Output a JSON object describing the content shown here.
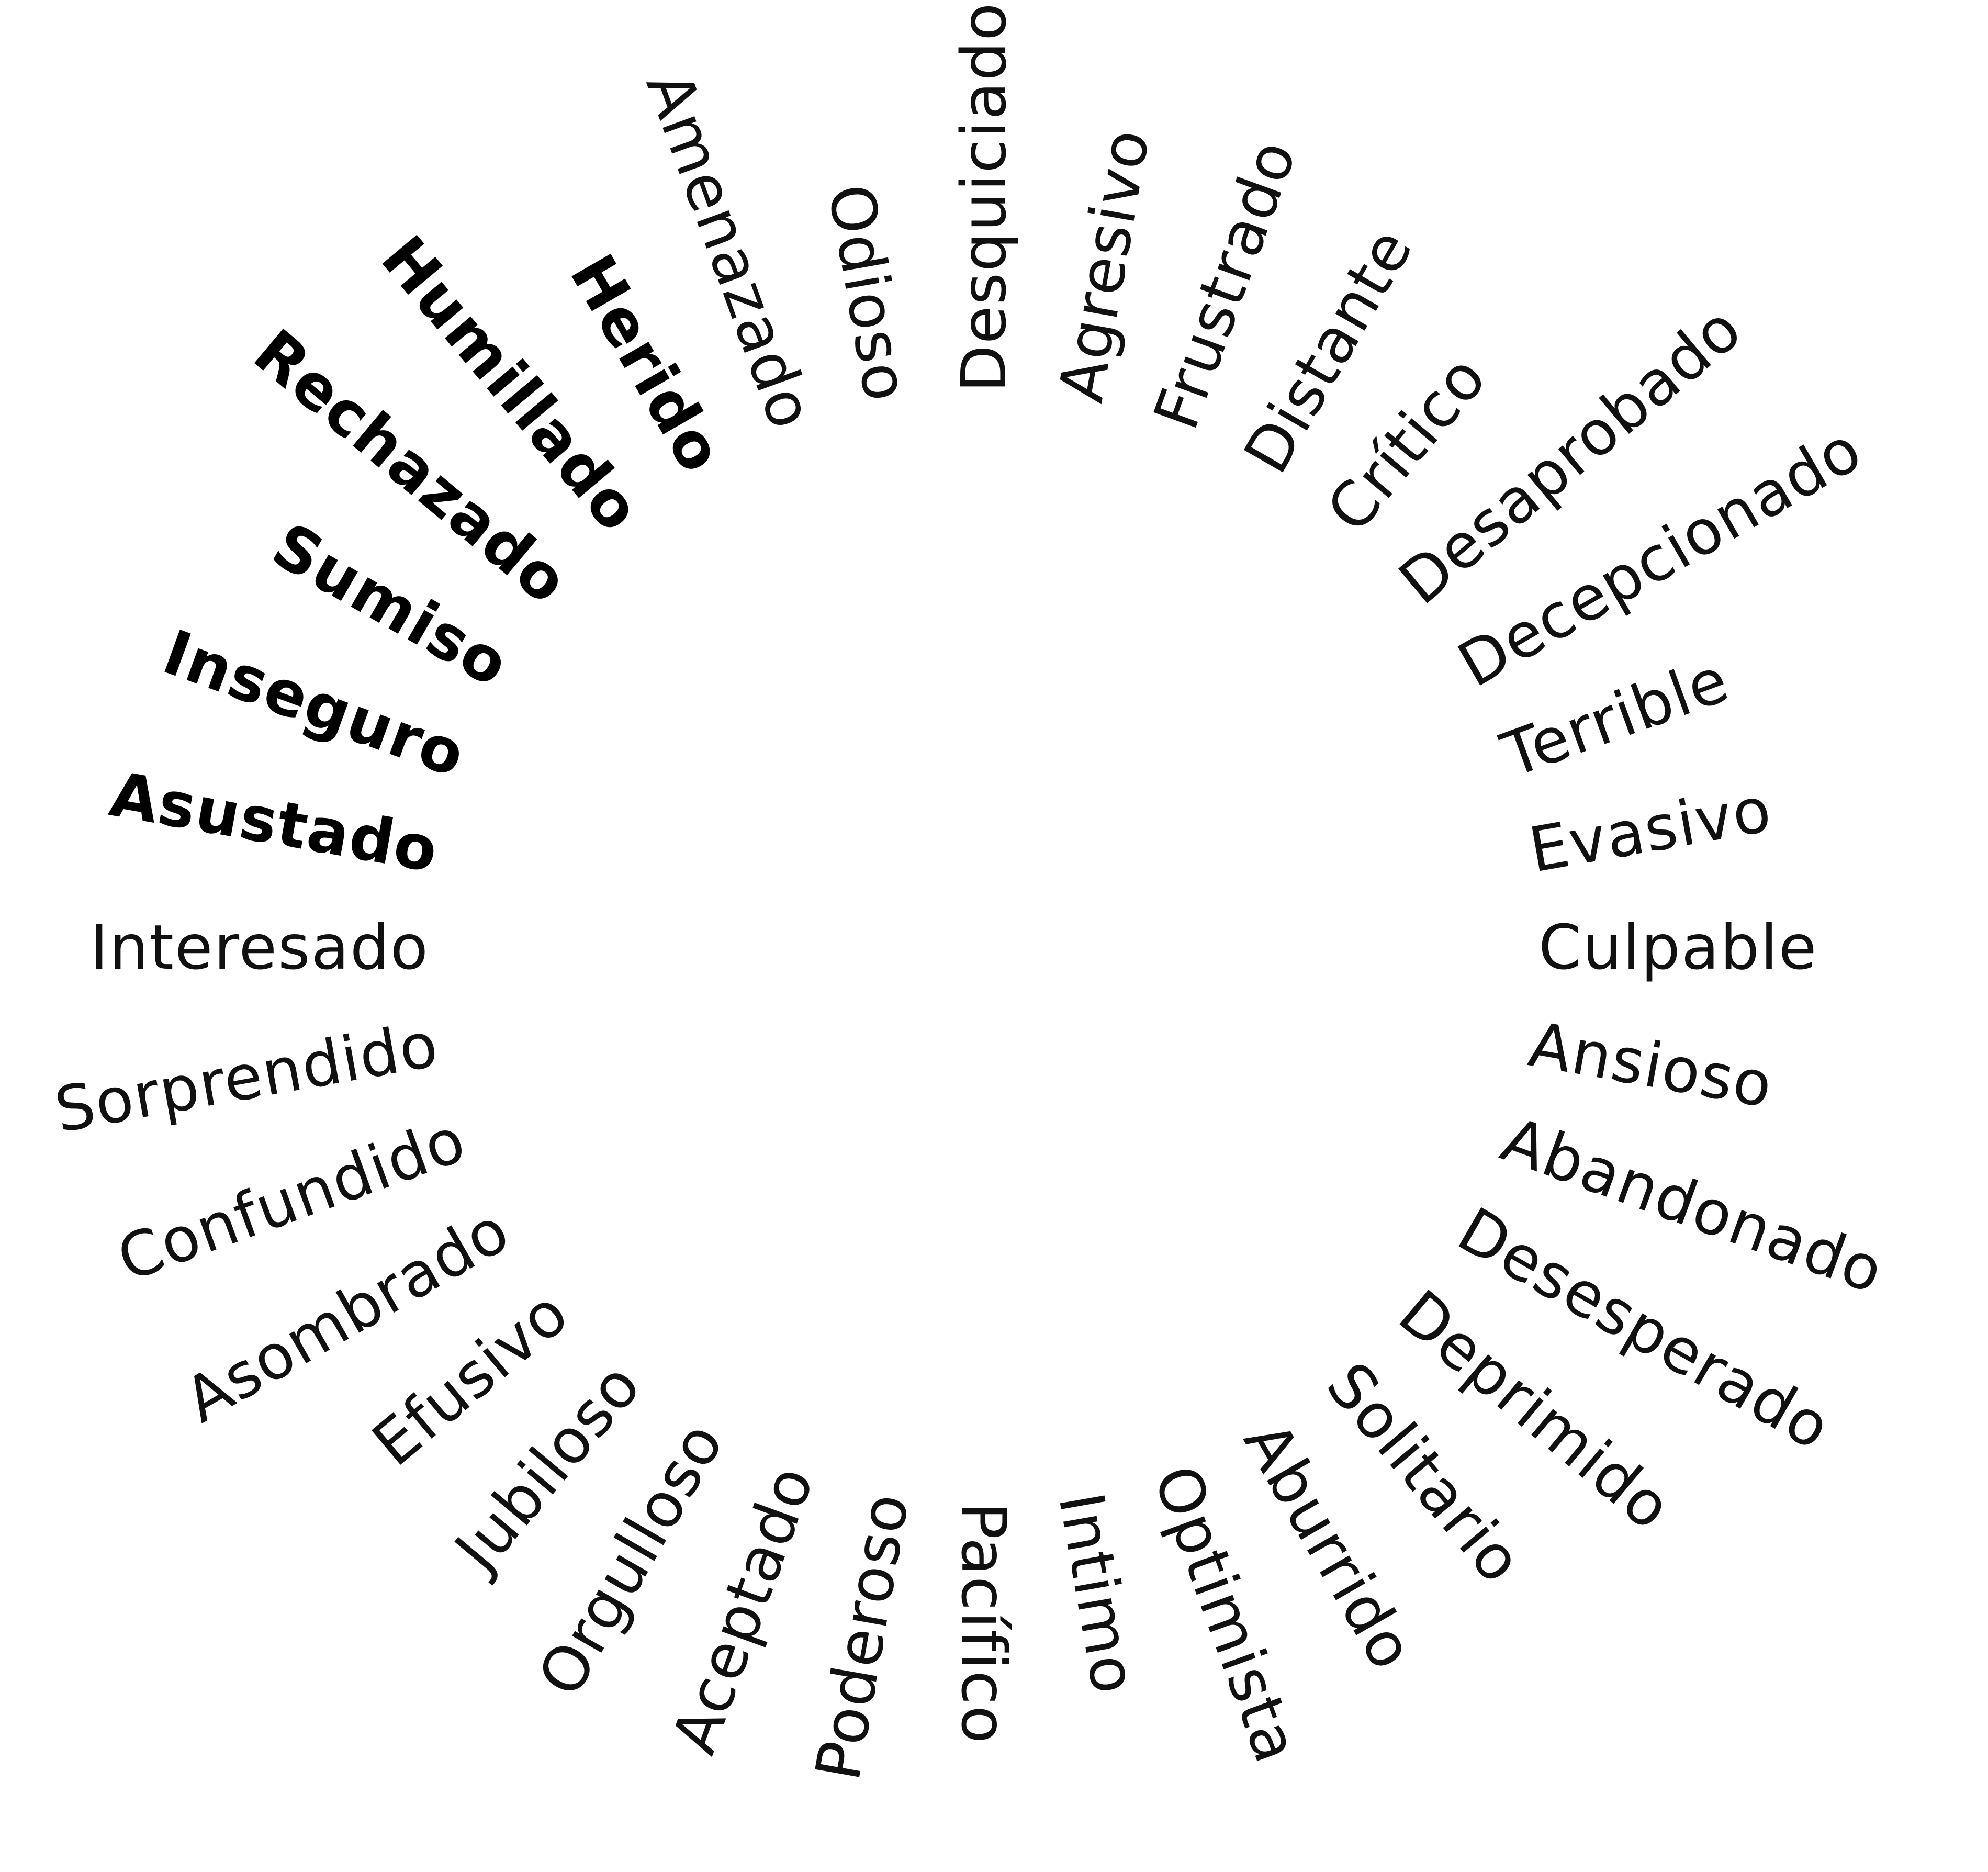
{
  "text_color": "#111111",
  "background": "#ffffff",
  "words": [
    {
      "text": "Desquiciado"
    },
    {
      "text": "Agresivo"
    },
    {
      "text": "Frustrado"
    },
    {
      "text": "Distante"
    },
    {
      "text": "Crítico"
    },
    {
      "text": "Desaprobado"
    },
    {
      "text": "Decepcionado"
    },
    {
      "text": "Terrible"
    },
    {
      "text": "Evasivo"
    },
    {
      "text": "Culpable"
    },
    {
      "text": "Ansioso"
    },
    {
      "text": "Abandonado"
    },
    {
      "text": "Desesperado"
    },
    {
      "text": "Deprimido"
    },
    {
      "text": "Solitario"
    },
    {
      "text": "Aburrido"
    },
    {
      "text": "Optimista"
    },
    {
      "text": "Intimo"
    },
    {
      "text": "Pacífico"
    },
    {
      "text": "Poderoso"
    },
    {
      "text": "Aceptado"
    },
    {
      "text": "Orgulloso"
    },
    {
      "text": "Jubiloso"
    },
    {
      "text": "Efusivo"
    },
    {
      "text": "Asombrado"
    },
    {
      "text": "Confundido"
    },
    {
      "text": "Sorprendido"
    },
    {
      "text": "Interesado"
    },
    {
      "text": "Asustado",
      "bold": true
    },
    {
      "text": "Inseguro",
      "bold": true
    },
    {
      "text": "Sumiso",
      "bold": true
    },
    {
      "text": "Rechazado",
      "bold": true
    },
    {
      "text": "Humillado",
      "bold": true
    },
    {
      "text": "Herido",
      "bold": true
    },
    {
      "text": "Amenazado"
    },
    {
      "text": "Odioso"
    }
  ]
}
